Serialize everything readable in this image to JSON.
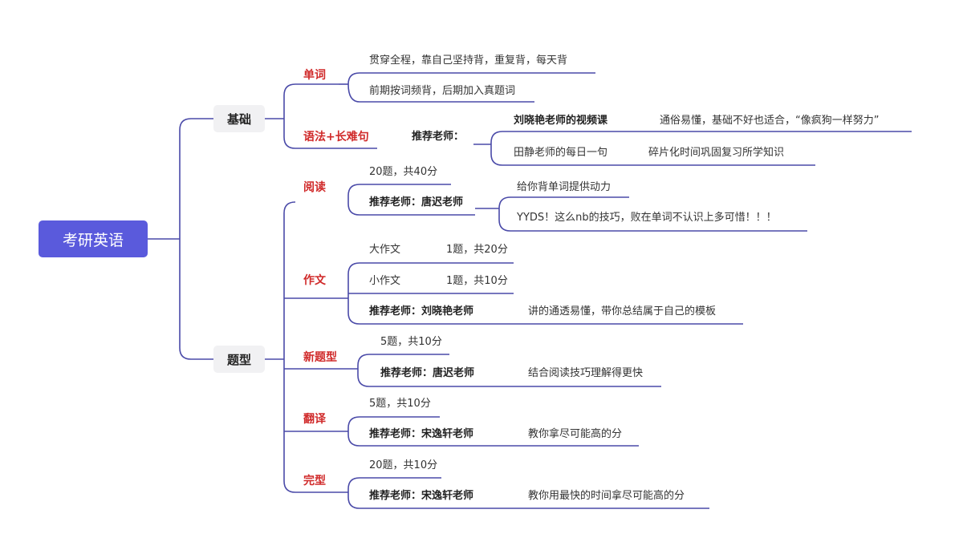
{
  "root": "考研英语",
  "basics": {
    "label": "基础",
    "vocab": {
      "label": "单词",
      "tips": [
        "贯穿全程，靠自己坚持背，重复背，每天背",
        "前期按词频背，后期加入真题词"
      ]
    },
    "grammar": {
      "label": "语法+长难句",
      "rec_label": "推荐老师：",
      "items": [
        {
          "name": "刘晓艳老师的视频课",
          "desc": "通俗易懂，基础不好也适合，“像疯狗一样努力”"
        },
        {
          "name": "田静老师的每日一句",
          "desc": "碎片化时间巩固复习所学知识"
        }
      ]
    }
  },
  "types": {
    "label": "题型",
    "reading": {
      "label": "阅读",
      "score": "20题，共40分",
      "rec": "推荐老师：唐迟老师",
      "notes": [
        "给你背单词提供动力",
        "YYDS！这么nb的技巧，败在单词不认识上多可惜！！！"
      ]
    },
    "writing": {
      "label": "作文",
      "big": {
        "name": "大作文",
        "score": "1题，共20分"
      },
      "small": {
        "name": "小作文",
        "score": "1题，共10分"
      },
      "rec": "推荐老师：刘晓艳老师",
      "note": "讲的通透易懂，带你总结属于自己的模板"
    },
    "new_type": {
      "label": "新题型",
      "score": "5题，共10分",
      "rec": "推荐老师：唐迟老师",
      "note": "结合阅读技巧理解得更快"
    },
    "translation": {
      "label": "翻译",
      "score": "5题，共10分",
      "rec": "推荐老师：宋逸轩老师",
      "note": "教你拿尽可能高的分"
    },
    "cloze": {
      "label": "完型",
      "score": "20题，共10分",
      "rec": "推荐老师：宋逸轩老师",
      "note": "教你用最快的时间拿尽可能高的分"
    }
  },
  "colors": {
    "line": "#4a4aa8",
    "root_bg": "#5a5adc",
    "label_red": "#d02a2a",
    "node_bg": "#f1f1f3"
  }
}
